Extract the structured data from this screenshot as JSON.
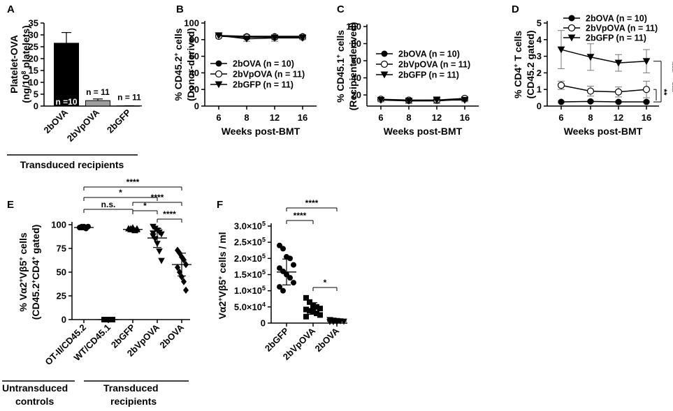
{
  "chart_data": [
    {
      "panel": "A",
      "type": "bar",
      "ylabel_line1": "Platelet-OVA",
      "ylabel_line2": "(ng/10^8 platelets)",
      "yticks": [
        "0",
        "5",
        "10",
        "15",
        "20",
        "25",
        "30",
        "35"
      ],
      "ylim": [
        0,
        35
      ],
      "categories": [
        "2bOVA",
        "2bVpOVA",
        "2bGFP"
      ],
      "values": [
        26.5,
        2.3,
        0.1
      ],
      "errors": [
        4.5,
        0.7,
        0.05
      ],
      "n_labels": [
        "n =10",
        "n = 11",
        "n = 11"
      ],
      "colors": [
        "#000000",
        "#9e9e9e",
        "#ffffff"
      ],
      "group_label": "Transduced recipients"
    },
    {
      "panel": "B",
      "type": "line",
      "ylabel_line1": "% CD45.2+ cells",
      "ylabel_line2": "(Donor-derived)",
      "xlabel": "Weeks post-BMT",
      "x": [
        "6",
        "8",
        "12",
        "16"
      ],
      "yticks": [
        "0",
        "20",
        "40",
        "60",
        "80",
        "100"
      ],
      "ylim": [
        0,
        100
      ],
      "legend_position": "center-right",
      "series": [
        {
          "name": "2bOVA (n = 10)",
          "marker": "filled-circle",
          "values": [
            85,
            84,
            84,
            84
          ],
          "errors": [
            2,
            2,
            2,
            2
          ]
        },
        {
          "name": "2bVpOVA (n = 11)",
          "marker": "open-circle",
          "values": [
            84,
            83,
            83,
            83
          ],
          "errors": [
            2,
            2,
            3,
            2
          ]
        },
        {
          "name": "2bGFP (n = 11)",
          "marker": "filled-triangle-down",
          "values": [
            85,
            81,
            82,
            82
          ],
          "errors": [
            2,
            3,
            4,
            2
          ]
        }
      ]
    },
    {
      "panel": "C",
      "type": "line",
      "ylabel_line1": "% CD45.1+ cells",
      "ylabel_line2": "(Recipient-derived)",
      "xlabel": "Weeks post-BMT",
      "x": [
        "6",
        "8",
        "12",
        "16"
      ],
      "yticks": [
        "20",
        "40",
        "60",
        "80",
        "100"
      ],
      "ylim": [
        7,
        100
      ],
      "legend_position": "center-right",
      "series": [
        {
          "name": "2bOVA (n = 10)",
          "marker": "filled-circle",
          "values": [
            15,
            13,
            13,
            15
          ],
          "errors": [
            2,
            2,
            2,
            2
          ]
        },
        {
          "name": "2bVpOVA (n = 11)",
          "marker": "open-circle",
          "values": [
            15,
            14,
            14,
            16
          ],
          "errors": [
            2,
            2,
            3,
            2
          ]
        },
        {
          "name": "2bGFP (n = 11)",
          "marker": "filled-triangle-down",
          "values": [
            14,
            13,
            14,
            14
          ],
          "errors": [
            2,
            3,
            4,
            2
          ]
        }
      ]
    },
    {
      "panel": "D",
      "type": "line",
      "ylabel_line1": "% CD4+ T cells",
      "ylabel_line2": "(CD45.2 gated)",
      "xlabel": "Weeks post-BMT",
      "x": [
        "6",
        "8",
        "12",
        "16"
      ],
      "yticks": [
        "0",
        "1",
        "2",
        "3",
        "4",
        "5"
      ],
      "ylim": [
        0,
        5
      ],
      "legend_position": "top",
      "series": [
        {
          "name": "2bOVA (n = 10)",
          "marker": "filled-circle",
          "values": [
            0.25,
            0.28,
            0.25,
            0.25
          ],
          "errors": [
            0.05,
            0.05,
            0.05,
            0.05
          ]
        },
        {
          "name": "2bVpOVA (n = 11)",
          "marker": "open-circle",
          "values": [
            1.25,
            0.9,
            0.85,
            1.0
          ],
          "errors": [
            0.25,
            0.3,
            0.3,
            0.5
          ]
        },
        {
          "name": "2bGFP (n = 11)",
          "marker": "filled-triangle-down",
          "values": [
            3.4,
            2.95,
            2.6,
            2.7
          ],
          "errors": [
            1.15,
            0.8,
            0.5,
            0.7
          ]
        }
      ],
      "significance": [
        "***",
        "***",
        "**"
      ]
    },
    {
      "panel": "E",
      "type": "scatter",
      "ylabel_line1": "% Vα2+Vβ5+ cells",
      "ylabel_line2": "(CD45.2+CD4+ gated)",
      "yticks": [
        "0",
        "25",
        "50",
        "75",
        "100"
      ],
      "ylim": [
        0,
        100
      ],
      "categories": [
        "OT-II/CD45.2",
        "WT/CD45.1",
        "2bGFP",
        "2bVpOVA",
        "2bOVA"
      ],
      "markers": [
        "filled-circle",
        "filled-square",
        "filled-triangle-up",
        "filled-triangle-down",
        "filled-diamond"
      ],
      "points": [
        [
          97,
          98,
          97,
          96,
          98,
          97,
          97,
          98
        ],
        [
          0,
          0,
          0,
          0,
          0,
          0
        ],
        [
          96,
          95,
          97,
          94,
          95,
          96,
          96,
          95,
          94,
          96
        ],
        [
          98,
          96,
          94,
          92,
          90,
          88,
          85,
          80,
          72,
          62,
          91
        ],
        [
          73,
          70,
          66,
          63,
          58,
          55,
          50,
          45,
          40,
          31
        ]
      ],
      "means": [
        97,
        0,
        95,
        86,
        58
      ],
      "sds": [
        1,
        0,
        1,
        10,
        12
      ],
      "significance": [
        {
          "from": 0,
          "to": 2,
          "label": "n.s."
        },
        {
          "from": 0,
          "to": 3,
          "label": "*"
        },
        {
          "from": 0,
          "to": 4,
          "label": "****"
        },
        {
          "from": 2,
          "to": 3,
          "label": "*"
        },
        {
          "from": 2,
          "to": 4,
          "label": "****"
        },
        {
          "from": 3,
          "to": 4,
          "label": "****"
        }
      ],
      "group_labels": [
        "Untransduced controls",
        "Transduced recipients"
      ]
    },
    {
      "panel": "F",
      "type": "scatter",
      "ylabel": "Vα2+Vβ5+ cells / ml",
      "yticks": [
        "0",
        "5.0×10^4",
        "1.0×10^5",
        "1.5×10^5",
        "2.0×10^5",
        "2.5×10^5",
        "3.0×10^5"
      ],
      "ylim": [
        0,
        300000
      ],
      "categories": [
        "2bGFP",
        "2bVpOVA",
        "2bOVA"
      ],
      "markers": [
        "filled-circle",
        "filled-square",
        "filled-triangle-down"
      ],
      "points": [
        [
          240000,
          230000,
          205000,
          200000,
          180000,
          170000,
          160000,
          150000,
          140000,
          125000,
          112000,
          100000
        ],
        [
          78000,
          65000,
          55000,
          50000,
          45000,
          42000,
          38000,
          35000,
          30000,
          25000,
          20000
        ],
        [
          10000,
          8000,
          7000,
          6000,
          5000,
          4000,
          3500,
          3000
        ]
      ],
      "means": [
        158000,
        45000,
        6000
      ],
      "sds": [
        40000,
        18000,
        3000
      ],
      "significance": [
        {
          "from": 0,
          "to": 1,
          "label": "****"
        },
        {
          "from": 0,
          "to": 2,
          "label": "****"
        },
        {
          "from": 1,
          "to": 2,
          "label": "*"
        }
      ]
    }
  ],
  "panel_letters": [
    "A",
    "B",
    "C",
    "D",
    "E",
    "F"
  ]
}
